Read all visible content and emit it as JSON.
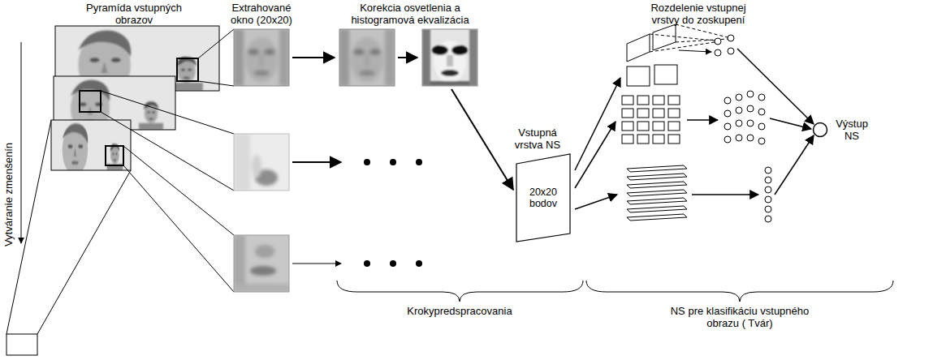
{
  "diagram": {
    "nodes": [
      {
        "text": [
          "Vstupná vrstva NS",
          "20x20 bodov"
        ]
      },
      {
        "text": [
          "Výstup NS"
        ]
      }
    ],
    "labels": [
      "Pyramída vstupných obrazov",
      "Vytváranie zmenšenín",
      "Extrahované okno (20x20)",
      "Korekcia osvetlenia a histogramová ekvalizácia",
      "Rozdelenie vstupnej vrstvy do zoskupení",
      "Krokypredspracovania",
      "NS pre klasifikáciu vstupného obrazu ( Tvár)"
    ]
  }
}
